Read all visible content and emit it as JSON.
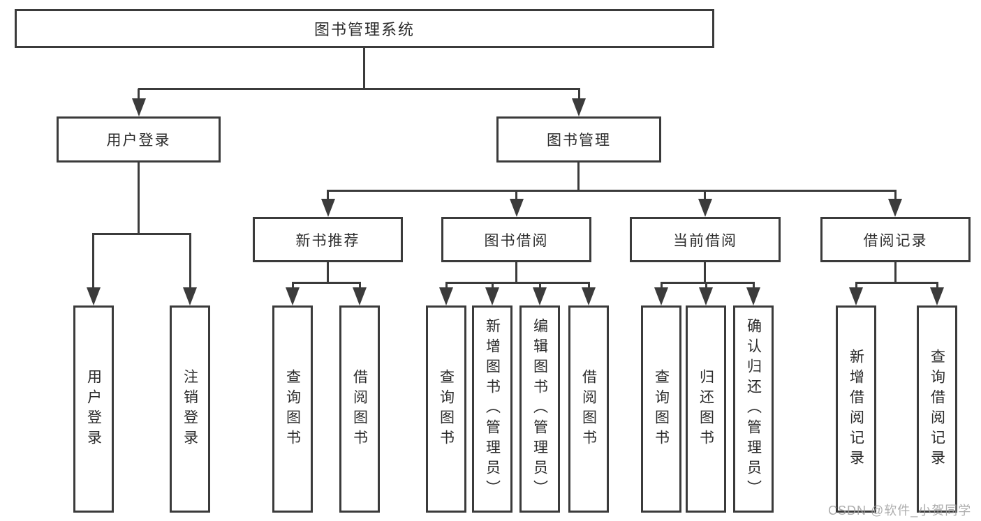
{
  "tree": {
    "root": {
      "label": "图书管理系统"
    },
    "children": [
      {
        "label": "用户登录",
        "children": [
          {
            "label": "用户登录"
          },
          {
            "label": "注销登录"
          }
        ]
      },
      {
        "label": "图书管理",
        "children": [
          {
            "label": "新书推荐",
            "children": [
              {
                "label": "查询图书"
              },
              {
                "label": "借阅图书"
              }
            ]
          },
          {
            "label": "图书借阅",
            "children": [
              {
                "label": "查询图书"
              },
              {
                "label": "新增图书（管理员）"
              },
              {
                "label": "编辑图书（管理员）"
              },
              {
                "label": "借阅图书"
              }
            ]
          },
          {
            "label": "当前借阅",
            "children": [
              {
                "label": "查询图书"
              },
              {
                "label": "归还图书"
              },
              {
                "label": "确认归还（管理员）"
              }
            ]
          },
          {
            "label": "借阅记录",
            "children": [
              {
                "label": "新增借阅记录"
              },
              {
                "label": "查询借阅记录"
              }
            ]
          }
        ]
      }
    ]
  },
  "watermark": {
    "text": "CSDN @软件_小贺同学"
  },
  "colors": {
    "line": "#3b3b3b",
    "text": "#2b2b2b",
    "watermark": "#9f9f9f",
    "background": "#ffffff"
  }
}
